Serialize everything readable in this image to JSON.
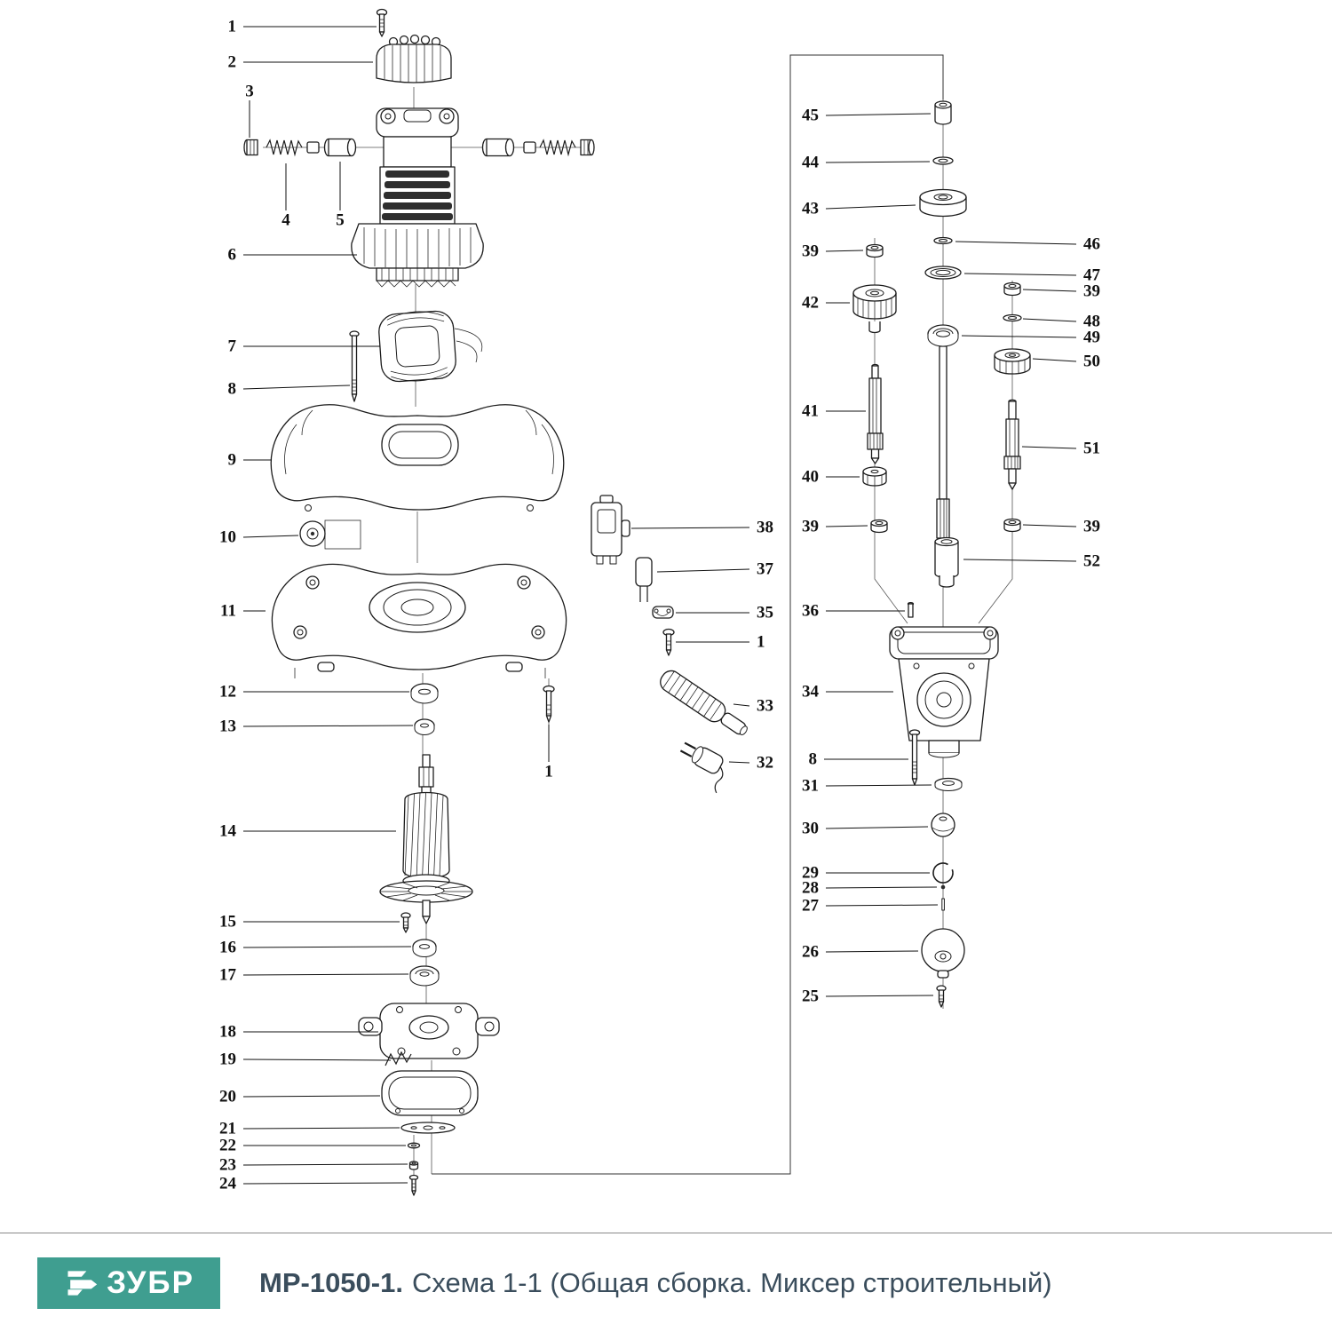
{
  "footer": {
    "brand": "ЗУБР",
    "model": "МР-1050-1.",
    "title": "Схема 1-1 (Общая сборка. Миксер строительный)"
  },
  "colors": {
    "brand_teal": "#3f9e90",
    "caption_text": "#3a4d5c"
  },
  "callouts": [
    {
      "label": "1",
      "anchor": "end",
      "text": [
        266,
        30
      ],
      "line": [
        274,
        30,
        424,
        30
      ]
    },
    {
      "label": "2",
      "anchor": "end",
      "text": [
        266,
        70
      ],
      "line": [
        274,
        70,
        420,
        70
      ]
    },
    {
      "label": "3",
      "anchor": "middle",
      "text": [
        281,
        103
      ],
      "line": [
        281,
        113,
        281,
        155
      ]
    },
    {
      "label": "4",
      "anchor": "middle",
      "text": [
        322,
        248
      ],
      "line": [
        322,
        237,
        322,
        184
      ]
    },
    {
      "label": "5",
      "anchor": "middle",
      "text": [
        383,
        248
      ],
      "line": [
        383,
        237,
        383,
        182
      ]
    },
    {
      "label": "6",
      "anchor": "end",
      "text": [
        266,
        287
      ],
      "line": [
        274,
        287,
        402,
        287
      ]
    },
    {
      "label": "7",
      "anchor": "end",
      "text": [
        266,
        390
      ],
      "line": [
        274,
        390,
        428,
        390
      ]
    },
    {
      "label": "8",
      "anchor": "end",
      "text": [
        266,
        438
      ],
      "line": [
        274,
        438,
        394,
        434
      ]
    },
    {
      "label": "9",
      "anchor": "end",
      "text": [
        266,
        518
      ],
      "line": [
        274,
        518,
        306,
        518
      ]
    },
    {
      "label": "10",
      "anchor": "end",
      "text": [
        266,
        605
      ],
      "line": [
        274,
        605,
        336,
        603
      ]
    },
    {
      "label": "11",
      "anchor": "end",
      "text": [
        266,
        688
      ],
      "line": [
        274,
        688,
        299,
        688
      ]
    },
    {
      "label": "12",
      "anchor": "end",
      "text": [
        266,
        779
      ],
      "line": [
        274,
        779,
        461,
        779
      ]
    },
    {
      "label": "13",
      "anchor": "end",
      "text": [
        266,
        818
      ],
      "line": [
        274,
        818,
        465,
        817
      ]
    },
    {
      "label": "14",
      "anchor": "end",
      "text": [
        266,
        936
      ],
      "line": [
        274,
        936,
        446,
        936
      ]
    },
    {
      "label": "15",
      "anchor": "end",
      "text": [
        266,
        1038
      ],
      "line": [
        274,
        1038,
        450,
        1038
      ]
    },
    {
      "label": "16",
      "anchor": "end",
      "text": [
        266,
        1067
      ],
      "line": [
        274,
        1067,
        463,
        1066
      ]
    },
    {
      "label": "17",
      "anchor": "end",
      "text": [
        266,
        1098
      ],
      "line": [
        274,
        1098,
        460,
        1097
      ]
    },
    {
      "label": "18",
      "anchor": "end",
      "text": [
        266,
        1162
      ],
      "line": [
        274,
        1162,
        426,
        1162
      ]
    },
    {
      "label": "19",
      "anchor": "end",
      "text": [
        266,
        1193
      ],
      "line": [
        274,
        1193,
        440,
        1194
      ]
    },
    {
      "label": "20",
      "anchor": "end",
      "text": [
        266,
        1235
      ],
      "line": [
        274,
        1235,
        428,
        1234
      ]
    },
    {
      "label": "21",
      "anchor": "end",
      "text": [
        266,
        1271
      ],
      "line": [
        274,
        1271,
        450,
        1270
      ]
    },
    {
      "label": "22",
      "anchor": "end",
      "text": [
        266,
        1290
      ],
      "line": [
        274,
        1290,
        457,
        1290
      ]
    },
    {
      "label": "23",
      "anchor": "end",
      "text": [
        266,
        1312
      ],
      "line": [
        274,
        1312,
        459,
        1311
      ]
    },
    {
      "label": "24",
      "anchor": "end",
      "text": [
        266,
        1333
      ],
      "line": [
        274,
        1333,
        459,
        1332
      ]
    },
    {
      "label": "1",
      "anchor": "middle",
      "text": [
        618,
        869
      ],
      "line": [
        618,
        858,
        618,
        816
      ]
    },
    {
      "label": "38",
      "anchor": "start",
      "text": [
        852,
        594
      ],
      "line": [
        844,
        594,
        711,
        595
      ]
    },
    {
      "label": "37",
      "anchor": "start",
      "text": [
        852,
        641
      ],
      "line": [
        844,
        641,
        740,
        644
      ]
    },
    {
      "label": "35",
      "anchor": "start",
      "text": [
        852,
        690
      ],
      "line": [
        844,
        690,
        761,
        690
      ]
    },
    {
      "label": "1",
      "anchor": "start",
      "text": [
        852,
        723
      ],
      "line": [
        844,
        723,
        761,
        723
      ]
    },
    {
      "label": "33",
      "anchor": "start",
      "text": [
        852,
        795
      ],
      "line": [
        844,
        795,
        826,
        793
      ]
    },
    {
      "label": "32",
      "anchor": "start",
      "text": [
        852,
        859
      ],
      "line": [
        844,
        859,
        821,
        858
      ]
    },
    {
      "label": "45",
      "anchor": "end",
      "text": [
        922,
        130
      ],
      "line": [
        930,
        130,
        1048,
        128
      ]
    },
    {
      "label": "44",
      "anchor": "end",
      "text": [
        922,
        183
      ],
      "line": [
        930,
        183,
        1047,
        182
      ]
    },
    {
      "label": "43",
      "anchor": "end",
      "text": [
        922,
        235
      ],
      "line": [
        930,
        235,
        1031,
        231
      ]
    },
    {
      "label": "39",
      "anchor": "end",
      "text": [
        922,
        283
      ],
      "line": [
        930,
        283,
        972,
        282
      ]
    },
    {
      "label": "42",
      "anchor": "end",
      "text": [
        922,
        341
      ],
      "line": [
        930,
        341,
        957,
        341
      ]
    },
    {
      "label": "41",
      "anchor": "end",
      "text": [
        922,
        463
      ],
      "line": [
        930,
        463,
        975,
        463
      ]
    },
    {
      "label": "40",
      "anchor": "end",
      "text": [
        922,
        537
      ],
      "line": [
        930,
        537,
        968,
        537
      ]
    },
    {
      "label": "39",
      "anchor": "end",
      "text": [
        922,
        593
      ],
      "line": [
        930,
        593,
        977,
        592
      ]
    },
    {
      "label": "36",
      "anchor": "end",
      "text": [
        922,
        688
      ],
      "line": [
        930,
        688,
        1019,
        688
      ]
    },
    {
      "label": "34",
      "anchor": "end",
      "text": [
        922,
        779
      ],
      "line": [
        930,
        779,
        1006,
        779
      ]
    },
    {
      "label": "8",
      "anchor": "end",
      "text": [
        920,
        855
      ],
      "line": [
        928,
        855,
        1023,
        855
      ]
    },
    {
      "label": "31",
      "anchor": "end",
      "text": [
        922,
        885
      ],
      "line": [
        930,
        885,
        1049,
        884
      ]
    },
    {
      "label": "30",
      "anchor": "end",
      "text": [
        922,
        933
      ],
      "line": [
        930,
        933,
        1045,
        931
      ]
    },
    {
      "label": "29",
      "anchor": "end",
      "text": [
        922,
        983
      ],
      "line": [
        930,
        983,
        1047,
        983
      ]
    },
    {
      "label": "28",
      "anchor": "end",
      "text": [
        922,
        1000
      ],
      "line": [
        930,
        1000,
        1055,
        999
      ]
    },
    {
      "label": "27",
      "anchor": "end",
      "text": [
        922,
        1020
      ],
      "line": [
        930,
        1020,
        1056,
        1019
      ]
    },
    {
      "label": "26",
      "anchor": "end",
      "text": [
        922,
        1072
      ],
      "line": [
        930,
        1072,
        1034,
        1071
      ]
    },
    {
      "label": "25",
      "anchor": "end",
      "text": [
        922,
        1122
      ],
      "line": [
        930,
        1122,
        1051,
        1121
      ]
    },
    {
      "label": "46",
      "anchor": "start",
      "text": [
        1220,
        275
      ],
      "line": [
        1212,
        275,
        1076,
        272
      ]
    },
    {
      "label": "47",
      "anchor": "start",
      "text": [
        1220,
        310
      ],
      "line": [
        1212,
        310,
        1086,
        308
      ]
    },
    {
      "label": "39",
      "anchor": "start",
      "text": [
        1220,
        328
      ],
      "line": [
        1212,
        328,
        1152,
        326
      ]
    },
    {
      "label": "48",
      "anchor": "start",
      "text": [
        1220,
        362
      ],
      "line": [
        1212,
        362,
        1152,
        359
      ]
    },
    {
      "label": "49",
      "anchor": "start",
      "text": [
        1220,
        380
      ],
      "line": [
        1212,
        380,
        1083,
        378
      ]
    },
    {
      "label": "50",
      "anchor": "start",
      "text": [
        1220,
        407
      ],
      "line": [
        1212,
        407,
        1163,
        404
      ]
    },
    {
      "label": "51",
      "anchor": "start",
      "text": [
        1220,
        505
      ],
      "line": [
        1212,
        505,
        1151,
        503
      ]
    },
    {
      "label": "39",
      "anchor": "start",
      "text": [
        1220,
        593
      ],
      "line": [
        1212,
        593,
        1152,
        591
      ]
    },
    {
      "label": "52",
      "anchor": "start",
      "text": [
        1220,
        632
      ],
      "line": [
        1212,
        632,
        1085,
        630
      ]
    }
  ]
}
